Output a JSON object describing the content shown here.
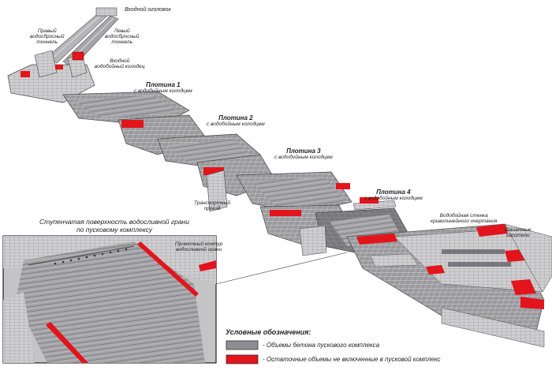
{
  "colors": {
    "concrete": "#8e8e92",
    "concrete_light": "#c9c9cc",
    "concrete_dark": "#5e5e63",
    "residual": "#e3141b",
    "grid_line": "#ffffff"
  },
  "labels": {
    "inlet_head": "Входной оголовок",
    "right_tunnel": [
      "Правый",
      "водосбросный",
      "тоннель"
    ],
    "left_tunnel": [
      "Левый",
      "водосбросный",
      "тоннель"
    ],
    "inlet_well": [
      "Входной",
      "водобойный колодец"
    ],
    "dam1_title": "Плотина 1",
    "dam1_sub": "с водобойным колодцем",
    "dam2_title": "Плотина 2",
    "dam2_sub": "с водобойным колодцем",
    "dam3_title": "Плотина 3",
    "dam3_sub": "с водобойным колодцем",
    "dam4_title": "Плотина 4",
    "dam4_sub": "с водобойным колодцем",
    "transport": [
      "Транспортный",
      "проезд"
    ],
    "wall": [
      "Водобойная стенка",
      "криволинейного очертания"
    ],
    "dampers": [
      "Шашечные",
      "гасители"
    ],
    "design_contour": [
      "Проектный контур",
      "водосливной грани"
    ]
  },
  "inset": {
    "title": [
      "Ступенчатая поверхность водосливной грани",
      "по пусковому комплексу"
    ]
  },
  "legend": {
    "title": "Условные обозначения:",
    "items": [
      {
        "label": "- Объемы бетона пускового комплекса",
        "color": "#8e8e92"
      },
      {
        "label": "- Остаточные объемы не включенные в пусковой комплекс",
        "color": "#e3141b"
      }
    ]
  }
}
